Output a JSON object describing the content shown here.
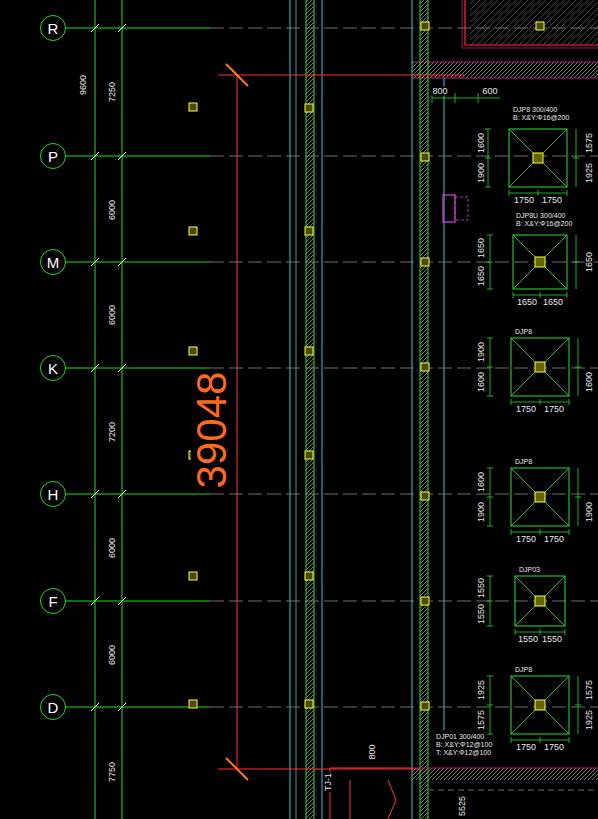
{
  "diagram": {
    "nodes": [
      {
        "text": [
          "R"
        ]
      },
      {
        "text": [
          "P"
        ]
      },
      {
        "text": [
          "M"
        ]
      },
      {
        "text": [
          "K"
        ]
      },
      {
        "text": [
          "H"
        ]
      },
      {
        "text": [
          "F"
        ]
      },
      {
        "text": [
          "D"
        ]
      }
    ],
    "labels": [
      "9600",
      "7250",
      "6000",
      "6000",
      "7200",
      "6000",
      "6000",
      "7750",
      "39048",
      "800",
      "600",
      "DJP8 300/400",
      "B: X&Y:Φ16@200",
      "1750",
      "1750",
      "1600",
      "1900",
      "1575",
      "1925",
      "DJP8U 300/400",
      "B: X&Y:Φ16@200",
      "1650",
      "1650",
      "1650",
      "1650",
      "1650",
      "DJP8",
      "1750",
      "1750",
      "1900",
      "1600",
      "1600",
      "DJP8",
      "1750",
      "1750",
      "1600",
      "1900",
      "1900",
      "DJP03",
      "1550",
      "1550",
      "1550",
      "1550",
      "DJP8",
      "1750",
      "1750",
      "1925",
      "1575",
      "1575",
      "1925",
      "DJP01 300/400",
      "B: X&Y:Φ12@100",
      "T: X&Y:Φ12@100",
      "TJ-1",
      "800",
      "5525"
    ]
  }
}
